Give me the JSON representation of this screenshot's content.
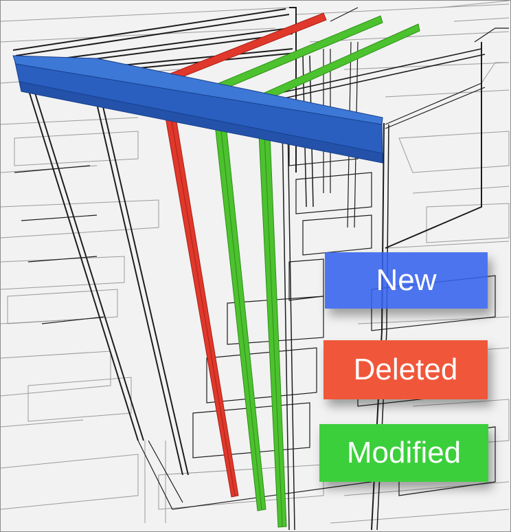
{
  "legend": {
    "new": {
      "label": "New",
      "color": "#3662ee"
    },
    "deleted": {
      "label": "Deleted",
      "color": "#f0573a"
    },
    "modified": {
      "label": "Modified",
      "color": "#3ccf3c"
    }
  },
  "colors": {
    "wireframe": "#1a1a1a",
    "background": "#f2f2f2",
    "new_beam": "#2a5fc0",
    "deleted_member": "#e0382b",
    "modified_member": "#4cc22e"
  }
}
